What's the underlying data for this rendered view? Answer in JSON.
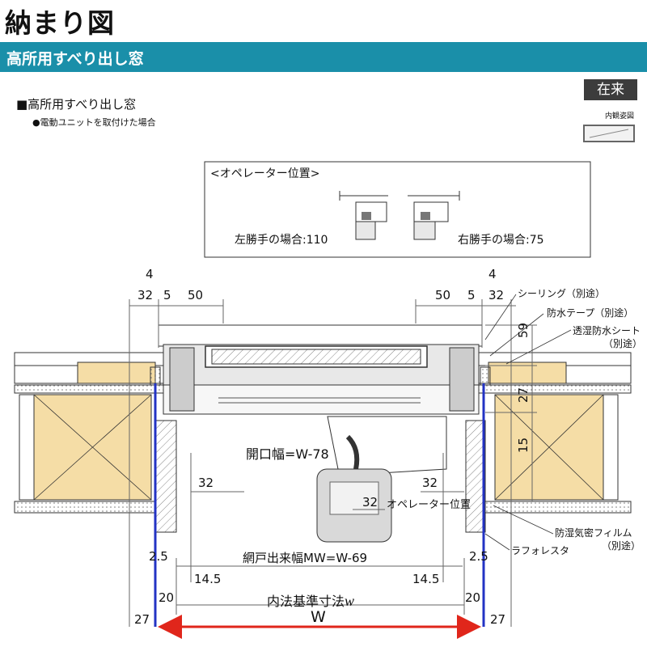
{
  "header": {
    "title": "納まり図",
    "band_label": "高所用すべり出し窓"
  },
  "notes": {
    "window_type": "■高所用すべり出し窓",
    "condition": "●電動ユニットを取付けた場合"
  },
  "badge": {
    "label": "在来",
    "caption": "内観姿図"
  },
  "operator_box": {
    "title": "<オペレーター位置>",
    "left_hand": "左勝手の場合:110",
    "right_hand": "右勝手の場合:75"
  },
  "dimensions": {
    "d4_left": "4",
    "d32_left": "32",
    "d5_left": "5",
    "d50_left": "50",
    "d50_right": "50",
    "d5_right": "5",
    "d4_right": "4",
    "d32_right": "32",
    "d59": "59",
    "d27_vert": "27",
    "d15": "15",
    "opening_width": "開口幅=W-78",
    "d32_inner_left": "32",
    "d32_inner_right": "32",
    "d32_operator": "32",
    "operator_position": "オペレーター位置",
    "screen_width": "網戸出来幅MW=W-69",
    "d25_left": "2.5",
    "d25_right": "2.5",
    "d145_left": "14.5",
    "d145_right": "14.5",
    "inner_std": "内法基準寸法",
    "inner_std_w": "w",
    "d20_left": "20",
    "d20_right": "20",
    "d27_left": "27",
    "d27_right": "27",
    "W": "W"
  },
  "callouts": {
    "sealing": "シーリング（別途）",
    "waterproof_tape": "防水テープ（別途）",
    "breathable_sheet_1": "透湿防水シート",
    "breathable_sheet_2": "（別途）",
    "vapor_film_1": "防湿気密フィルム",
    "vapor_film_2": "（別途）",
    "lath": "ラフォレスタ"
  },
  "colors": {
    "header_band": "#1a8fa9",
    "wood": "#f5dda6",
    "blue_line": "#2333c4",
    "red_arrow": "#e0261b"
  }
}
